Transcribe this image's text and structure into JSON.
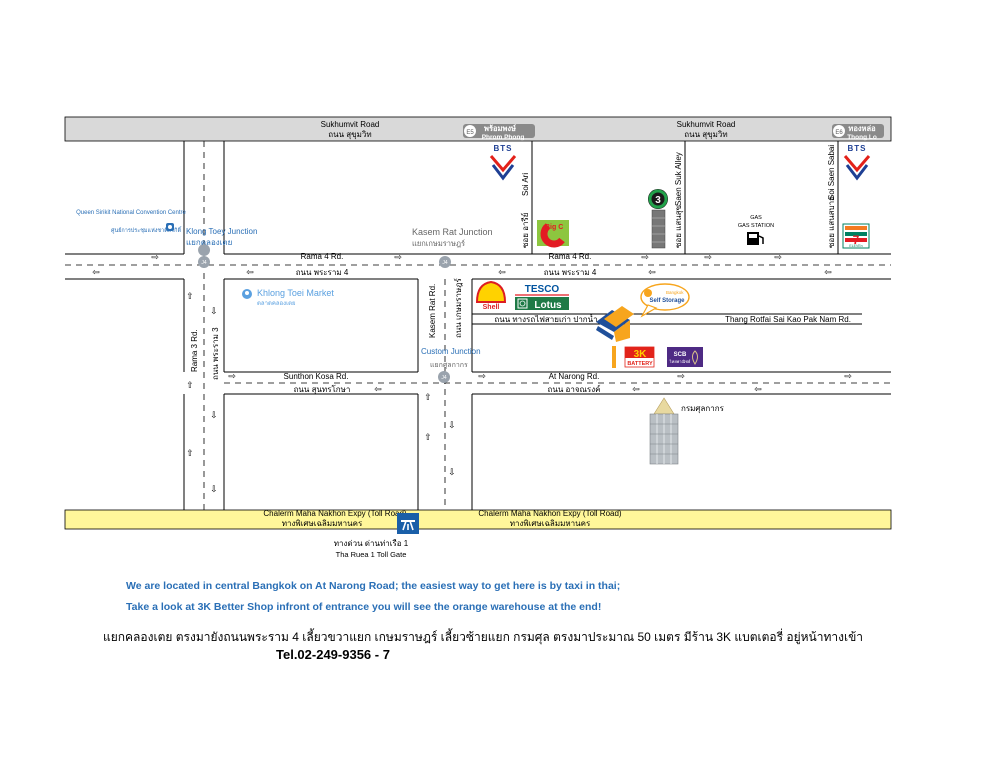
{
  "roads": {
    "sukhumvit_left": {
      "en": "Sukhumvit Road",
      "th": "ถนน สุขุมวิท"
    },
    "sukhumvit_right": {
      "en": "Sukhumvit Road",
      "th": "ถนน สุขุมวิท"
    },
    "rama4_upper_left": "Rama 4 Rd.",
    "rama4_upper_right": "Rama 4 Rd.",
    "rama4_th_left": "ถนน พระราม 4",
    "rama4_th_right": "ถนน พระราม 4",
    "rama3_en": "Rama 3 Rd.",
    "rama3_th": "ถนน พระราม 3",
    "kasem_rat_en": "Kasem Rat Rd.",
    "kasem_rat_th": "ถนน เกษมราษฎร์",
    "sunthon_en": "Sunthon Kosa Rd.",
    "sunthon_th": "ถนน สุนทรโกษา",
    "at_narong_en": "At Narong Rd.",
    "at_narong_th": "ถนน อาจณรงค์",
    "thang_rotfai": "ถนน ทางรถไฟสายเก่า ปากน้ำ",
    "thang_rotfai_en": "Thang Rotfai Sai Kao Pak Nam Rd.",
    "soi_ari_en": "Soi Ari",
    "soi_ari_th": "ซอย อารีย์",
    "saen_suk_en": "Saen Suk Alley",
    "saen_suk_th": "ซอย แสนสุข",
    "soi_saen_sabai_en": "Soi Saen Sabai",
    "soi_saen_sabai_th": "ซอย แสนสบาย",
    "expy_left_en": "Chalerm Maha Nakhon Expy (Toll Road)",
    "expy_left_th": "ทางพิเศษเฉลิมมหานคร",
    "expy_right_en": "Chalerm Maha Nakhon Expy (Toll Road)",
    "expy_right_th": "ทางพิเศษเฉลิมมหานคร"
  },
  "stations": {
    "phrom_phong_code": "E5",
    "phrom_phong_th": "พร้อมพงษ์",
    "phrom_phong_en": "Phrom Phong",
    "thong_lo_code": "E6",
    "thong_lo_th": "ทองหล่อ",
    "thong_lo_en": "Thong Lo",
    "bts_label": "BTS"
  },
  "junctions": {
    "klong_toey_en": "Klong Toey Junction",
    "klong_toey_th": "แยกคลองเตย",
    "kasem_rat_en": "Kasem Rat Junction",
    "kasem_rat_th": "แยกเกษมราษฎร์",
    "custom_en": "Custom Junction",
    "custom_th": "แยกศุลกากร",
    "marker_code": "J4"
  },
  "places": {
    "qsncc_en": "Queen Sirikit National Convention Centre",
    "qsncc_th": "ศูนย์การประชุมแห่งชาติสิริกิติ์",
    "khlong_toei_market_en": "Khlong Toei Market",
    "khlong_toei_market_th": "ตลาดคลองเตย",
    "gas_station": "GAS STATION",
    "big_c": "Big C",
    "shell": "Shell",
    "tesco": "TESCO",
    "lotus": "Lotus",
    "self_storage": "Self Storage",
    "self_storage_brand": "Bangkok",
    "battery_brand": "3K",
    "battery": "BATTERY",
    "scb": "SCB",
    "scb_sub": "ไทยพาณิชย์",
    "customs_dept": "กรมศุลกากร",
    "seven_eleven": "7",
    "seven_eleven_sub": "ELEVEn",
    "ch3": "3",
    "toll_gate_th": "ทางด่วน ด่านท่าเรือ 1",
    "toll_gate_en": "Tha Ruea 1 Toll Gate"
  },
  "arrows": {
    "right": "⇨",
    "left": "⇦",
    "up": "⇧",
    "down": "⇩"
  },
  "text": {
    "en_line1": "We are located in central Bangkok on At Narong Road; the easiest way to get here is by taxi in thai;",
    "en_line2": "Take a look at 3K Better Shop infront of entrance you will see the orange warehouse at the end!",
    "th_directions": "แยกคลองเตย ตรงมายังถนนพระราม 4 เลี้ยวขวาแยก เกษมราษฎร์ เลี้ยวซ้ายแยก กรมศุล ตรงมาประมาณ 50 เมตร มีร้าน 3K แบตเตอรี่ อยู่หน้าทางเข้า",
    "tel": "Tel.02-249-9356  -  7"
  },
  "colors": {
    "road_gray": "#d9d9d9",
    "expy_yellow": "#fff79a",
    "text_blue": "#2a6fb6",
    "bts_red": "#e32119",
    "bts_blue": "#1e3f94",
    "shell_yellow": "#ffd200",
    "shell_red": "#dd1d21",
    "tesco_blue": "#00539f",
    "lotus_green": "#1e7a46",
    "warehouse_orange": "#f7a51d",
    "warehouse_blue": "#1f4f9a",
    "battery_red": "#e2231a",
    "scb_purple": "#4e2a84",
    "seven_green": "#008062",
    "seven_orange": "#f47b20",
    "bigc_green": "#8dc63f",
    "bigc_red": "#e31b23"
  }
}
